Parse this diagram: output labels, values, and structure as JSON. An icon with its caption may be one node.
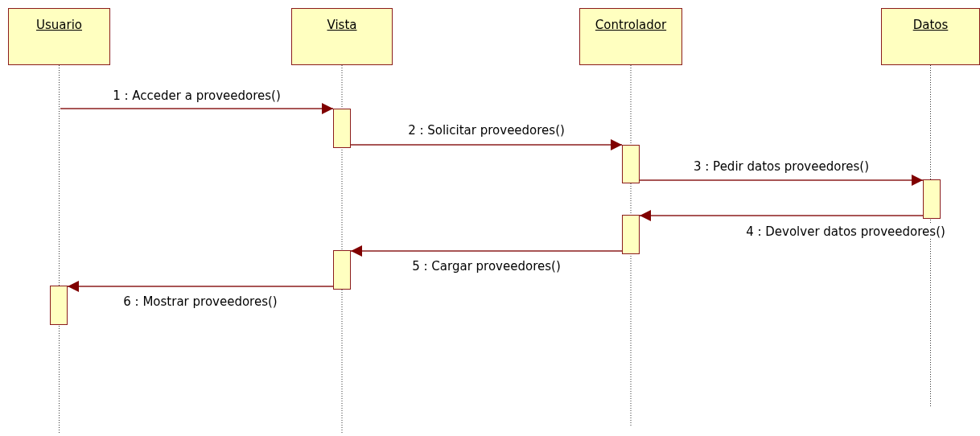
{
  "diagram": {
    "nodes": [
      {
        "text": [
          "Usuario"
        ]
      },
      {
        "text": [
          "Vista"
        ]
      },
      {
        "text": [
          "Controlador"
        ]
      },
      {
        "text": [
          "Datos"
        ]
      },
      {
        "text": [],
        "shape": "bar"
      },
      {
        "text": [],
        "shape": "bar"
      },
      {
        "text": [],
        "shape": "bar"
      },
      {
        "text": [],
        "shape": "bar"
      },
      {
        "text": [],
        "shape": "bar"
      },
      {
        "text": [],
        "shape": "bar"
      }
    ],
    "edges": [
      {
        "from": null,
        "to": 4,
        "arrow": "to",
        "label": "1 : Acceder a proveedores()"
      },
      {
        "from": 4,
        "to": 5,
        "arrow": "to",
        "label": "2 : Solicitar proveedores()"
      },
      {
        "from": 5,
        "to": 6,
        "arrow": "to",
        "label": "3 : Pedir datos proveedores()"
      },
      {
        "from": 6,
        "to": 7,
        "arrow": "to",
        "label": "4 : Devolver datos proveedores()"
      },
      {
        "from": 7,
        "to": 8,
        "arrow": "to",
        "label": "5 : Cargar proveedores()"
      },
      {
        "from": 8,
        "to": 9,
        "arrow": "to",
        "label": "6 : Mostrar proveedores()"
      }
    ]
  }
}
